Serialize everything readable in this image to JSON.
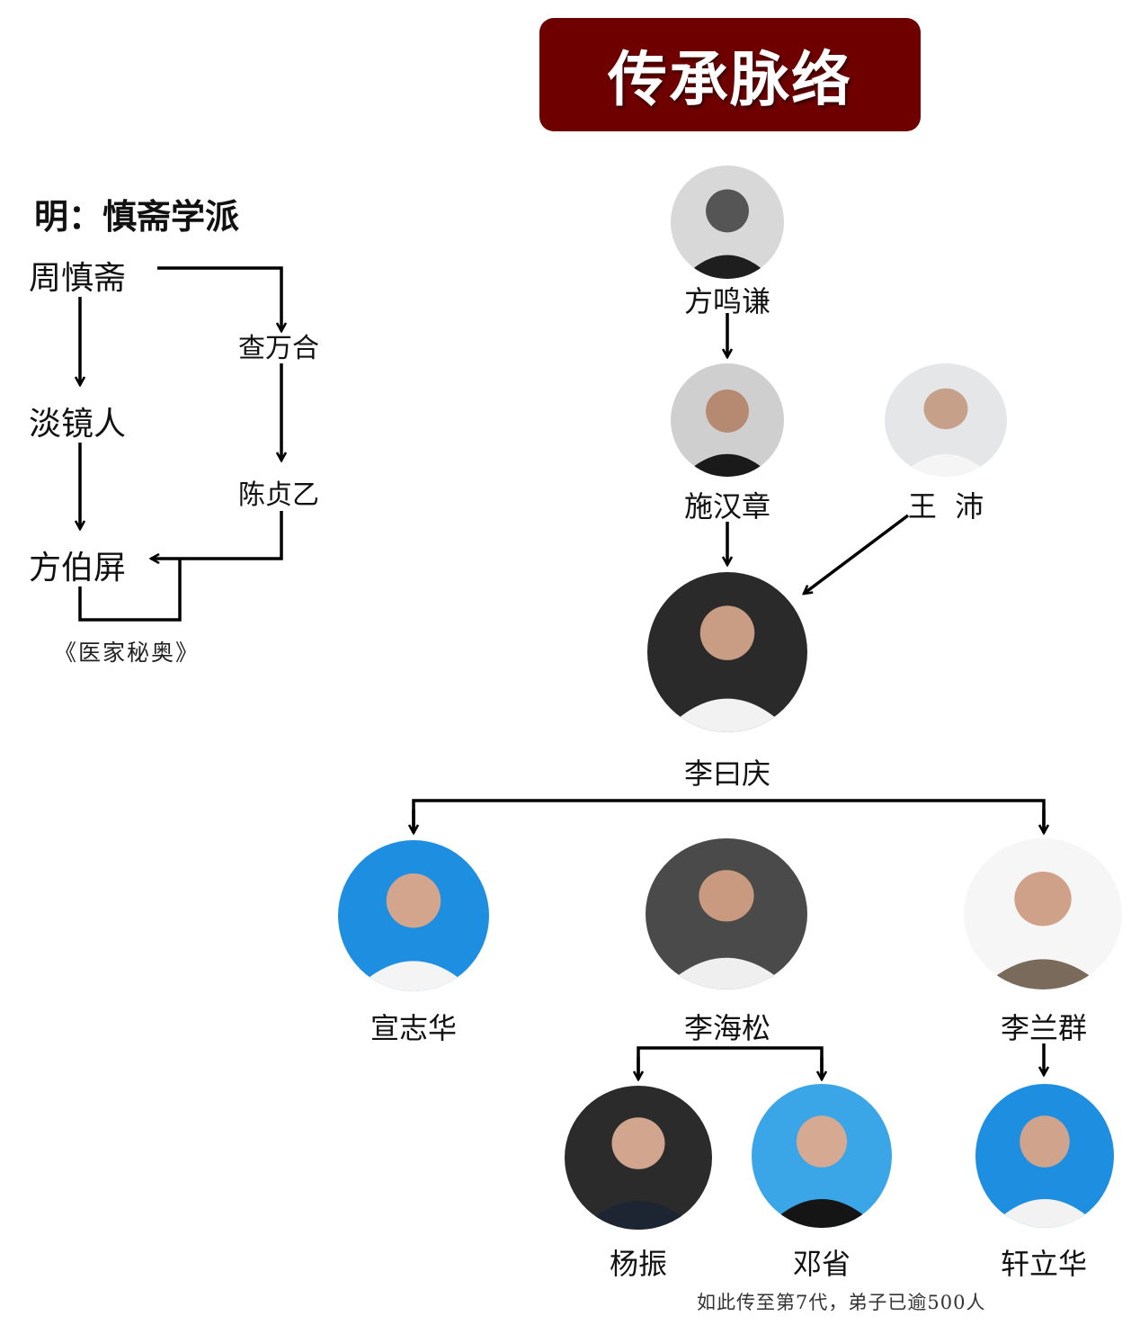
{
  "header": {
    "title": "传承脉络"
  },
  "school": {
    "title": "明：慎斋学派",
    "members": {
      "zhou": "周慎斋",
      "cha": "查万合",
      "tan": "淡镜人",
      "chen": "陈贞乙",
      "fang": "方伯屏"
    },
    "book": "《医家秘奥》"
  },
  "lineage": {
    "fang_mingqian": "方鸣谦",
    "shi_hanzhang": "施汉章",
    "wang_pei": "王  沛",
    "li_riqing": "李曰庆",
    "xuan_zhihua": "宣志华",
    "li_haisong": "李海松",
    "li_lanqun": "李兰群",
    "yang_zhen": "杨振",
    "deng_sheng": "邓省",
    "xuan_lihua": "轩立华"
  },
  "footnote": "如此传至第7代，弟子已逾500人",
  "colors": {
    "title_bg": "#6e0000",
    "title_text": "#ffffff",
    "lines": "#000000"
  }
}
